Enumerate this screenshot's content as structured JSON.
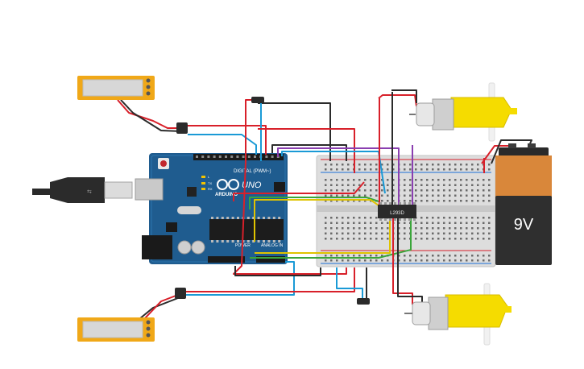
{
  "components": {
    "arduino": {
      "brand": "ARDUINO",
      "model": "UNO",
      "header_digital": "DIGITAL (PWM~)",
      "header_power": "POWER",
      "header_analog": "ANALOG IN",
      "on_label": "ON",
      "tx_label": "TX",
      "rx_label": "RX",
      "l_label": "L"
    },
    "driver_ic": {
      "label": "L293D"
    },
    "battery": {
      "label": "9V"
    },
    "lcd_top": {
      "kind": "segment display"
    },
    "lcd_bottom": {
      "kind": "segment display"
    }
  },
  "colors": {
    "board": "#1f5c8f",
    "breadboard": "#dcdcdc",
    "wire_red": "#d8202a",
    "wire_black": "#2b2b2b",
    "wire_blue": "#1a9ad6",
    "wire_green": "#3aa53a",
    "wire_yellow": "#e0c300",
    "wire_purple": "#8a3fb0",
    "motor_yellow": "#f5dc00",
    "battery_orange": "#d9873a",
    "lcd_frame": "#f0a818"
  },
  "icons": [
    "usb-plug-icon",
    "arduino-logo-icon",
    "motor-icon",
    "battery-icon",
    "lcd-icon",
    "ic-chip-icon"
  ]
}
